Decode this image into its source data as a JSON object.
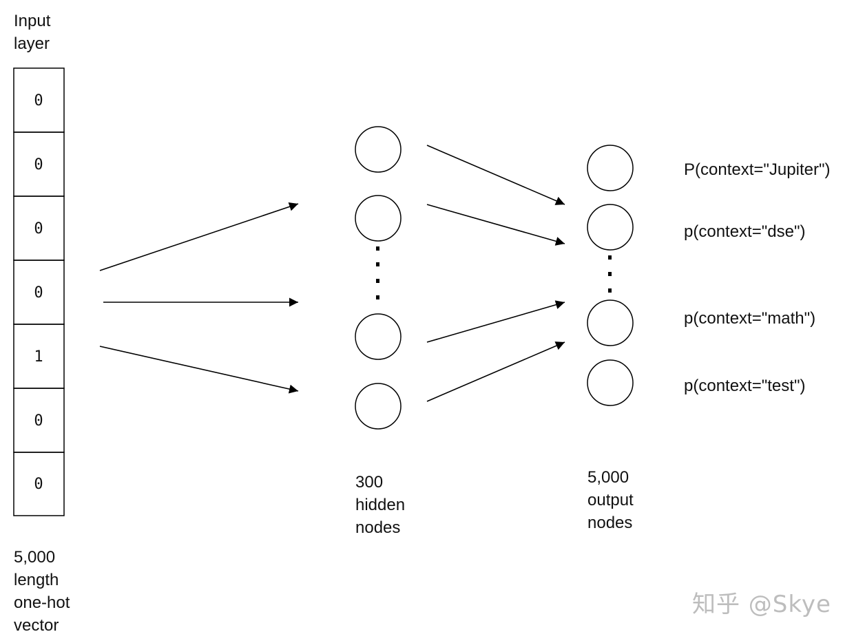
{
  "input_layer": {
    "title": "Input\nlayer",
    "values": [
      "0",
      "0",
      "0",
      "0",
      "1",
      "0",
      "0"
    ],
    "caption": "5,000\nlength\none-hot\nvector"
  },
  "hidden_layer": {
    "caption": "300\nhidden\nnodes"
  },
  "output_layer": {
    "caption": "5,000\noutput\nnodes",
    "labels": [
      "P(context=\"Jupiter\")",
      "p(context=\"dse\")",
      "p(context=\"math\")",
      "p(context=\"test\")"
    ]
  },
  "watermark": "知乎 @Skye"
}
